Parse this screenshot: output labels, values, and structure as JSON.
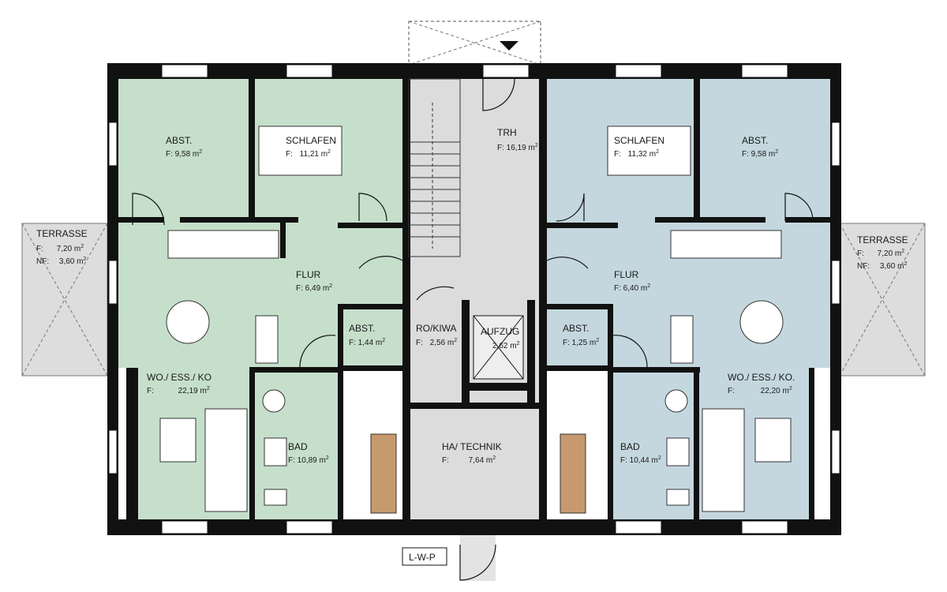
{
  "colors": {
    "left_unit": "#c5dfcb",
    "right_unit": "#c4d7df",
    "common": "#dcdcdc",
    "wall": "#111111",
    "terrace": "#dddddd",
    "sauna_wood": "#c69a6e"
  },
  "rooms": {
    "l_abst_big": {
      "title": "ABST.",
      "area_label": "F:",
      "area_value": "9,58 m",
      "unit": "2"
    },
    "l_schlafen": {
      "title": "SCHLAFEN",
      "area_label": "F:",
      "area_value": "11,21 m",
      "unit": "2"
    },
    "l_flur": {
      "title": "FLUR",
      "area_label": "F:",
      "area_value": "6,49 m",
      "unit": "2"
    },
    "l_abst_small": {
      "title": "ABST.",
      "area_label": "F:",
      "area_value": "1,44 m",
      "unit": "2"
    },
    "l_wohnen": {
      "title": "WO./ ESS./ KO",
      "area_label": "F:",
      "area_value": "22,19 m",
      "unit": "2"
    },
    "l_bad": {
      "title": "BAD",
      "area_label": "F:",
      "area_value": "10,89 m",
      "unit": "2"
    },
    "l_terrasse": {
      "title": "TERRASSE",
      "f_label": "F:",
      "f_value": "7,20 m",
      "nf_label": "NF:",
      "nf_value": "3,60 m",
      "unit": "2"
    },
    "trh": {
      "title": "TRH",
      "area_label": "F:",
      "area_value": "16,19 m",
      "unit": "2"
    },
    "rokiwa": {
      "title": "RO/KIWA",
      "area_label": "F:",
      "area_value": "2,56 m",
      "unit": "2"
    },
    "aufzug": {
      "title": "AUFZUG",
      "area_label": "",
      "area_value": "2,62 m",
      "unit": "2"
    },
    "technik": {
      "title": "HA/ TECHNIK",
      "area_label": "F:",
      "area_value": "7,64 m",
      "unit": "2"
    },
    "r_schlafen": {
      "title": "SCHLAFEN",
      "area_label": "F:",
      "area_value": "11,32 m",
      "unit": "2"
    },
    "r_abst_big": {
      "title": "ABST.",
      "area_label": "F:",
      "area_value": "9,58 m",
      "unit": "2"
    },
    "r_flur": {
      "title": "FLUR",
      "area_label": "F:",
      "area_value": "6,40 m",
      "unit": "2"
    },
    "r_abst_small": {
      "title": "ABST.",
      "area_label": "F:",
      "area_value": "1,25 m",
      "unit": "2"
    },
    "r_wohnen": {
      "title": "WO./ ESS./ KO.",
      "area_label": "F:",
      "area_value": "22,20 m",
      "unit": "2"
    },
    "r_bad": {
      "title": "BAD",
      "area_label": "F:",
      "area_value": "10,44 m",
      "unit": "2"
    },
    "r_terrasse": {
      "title": "TERRASSE",
      "f_label": "F:",
      "f_value": "7,20 m",
      "nf_label": "NF:",
      "nf_value": "3,60 m",
      "unit": "2"
    }
  },
  "lwp_label": "L-W-P"
}
